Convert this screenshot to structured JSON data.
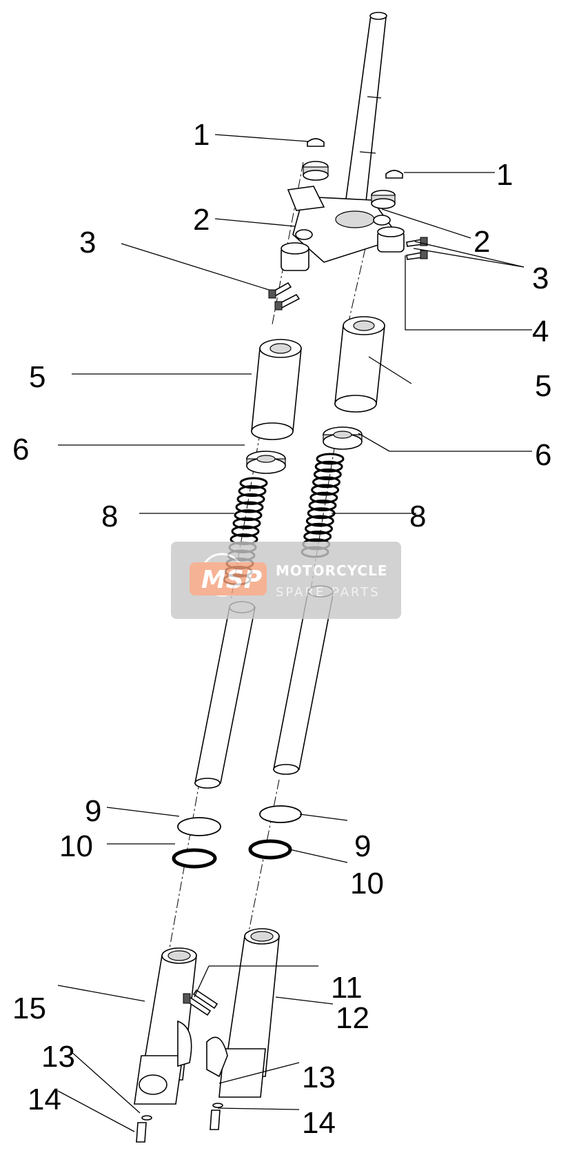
{
  "callouts": [
    "1",
    "1",
    "2",
    "2",
    "3",
    "3",
    "4",
    "5",
    "5",
    "6",
    "6",
    "8",
    "8",
    "9",
    "9",
    "10",
    "10",
    "11",
    "12",
    "13",
    "13",
    "14",
    "14",
    "15"
  ],
  "watermark": {
    "logo": "MSP",
    "line1": "MOTORCYCLE",
    "line2": "SPARE PARTS",
    "badge_color": "#f5a07a",
    "panel_color": "#c8c8c8"
  }
}
